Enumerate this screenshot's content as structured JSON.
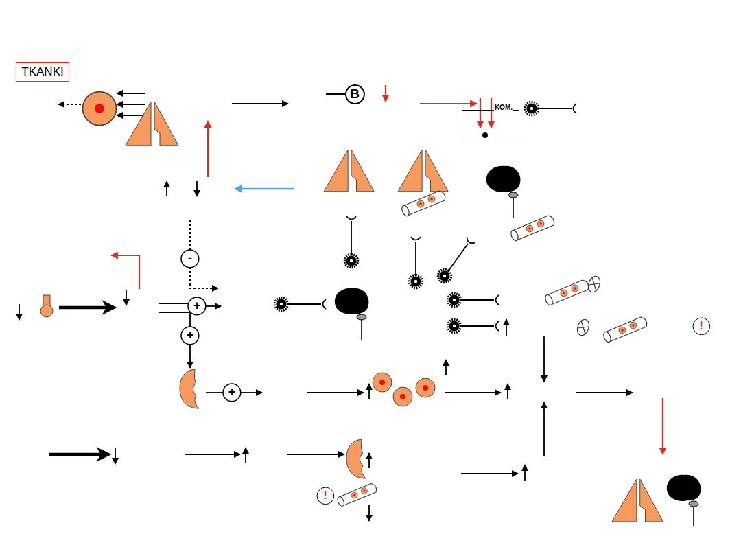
{
  "diagram": {
    "nodes": [
      {
        "text": [
          "TKANKI"
        ]
      },
      {
        "text": [
          "B"
        ]
      },
      {
        "text": [
          "KOM."
        ]
      },
      {
        "text": [
          "-"
        ]
      },
      {
        "text": [
          "+"
        ]
      },
      {
        "text": [
          "!"
        ]
      },
      {
        "text": [
          "+"
        ]
      },
      {
        "text": [
          "+"
        ]
      },
      {
        "text": [
          "!"
        ]
      }
    ]
  }
}
